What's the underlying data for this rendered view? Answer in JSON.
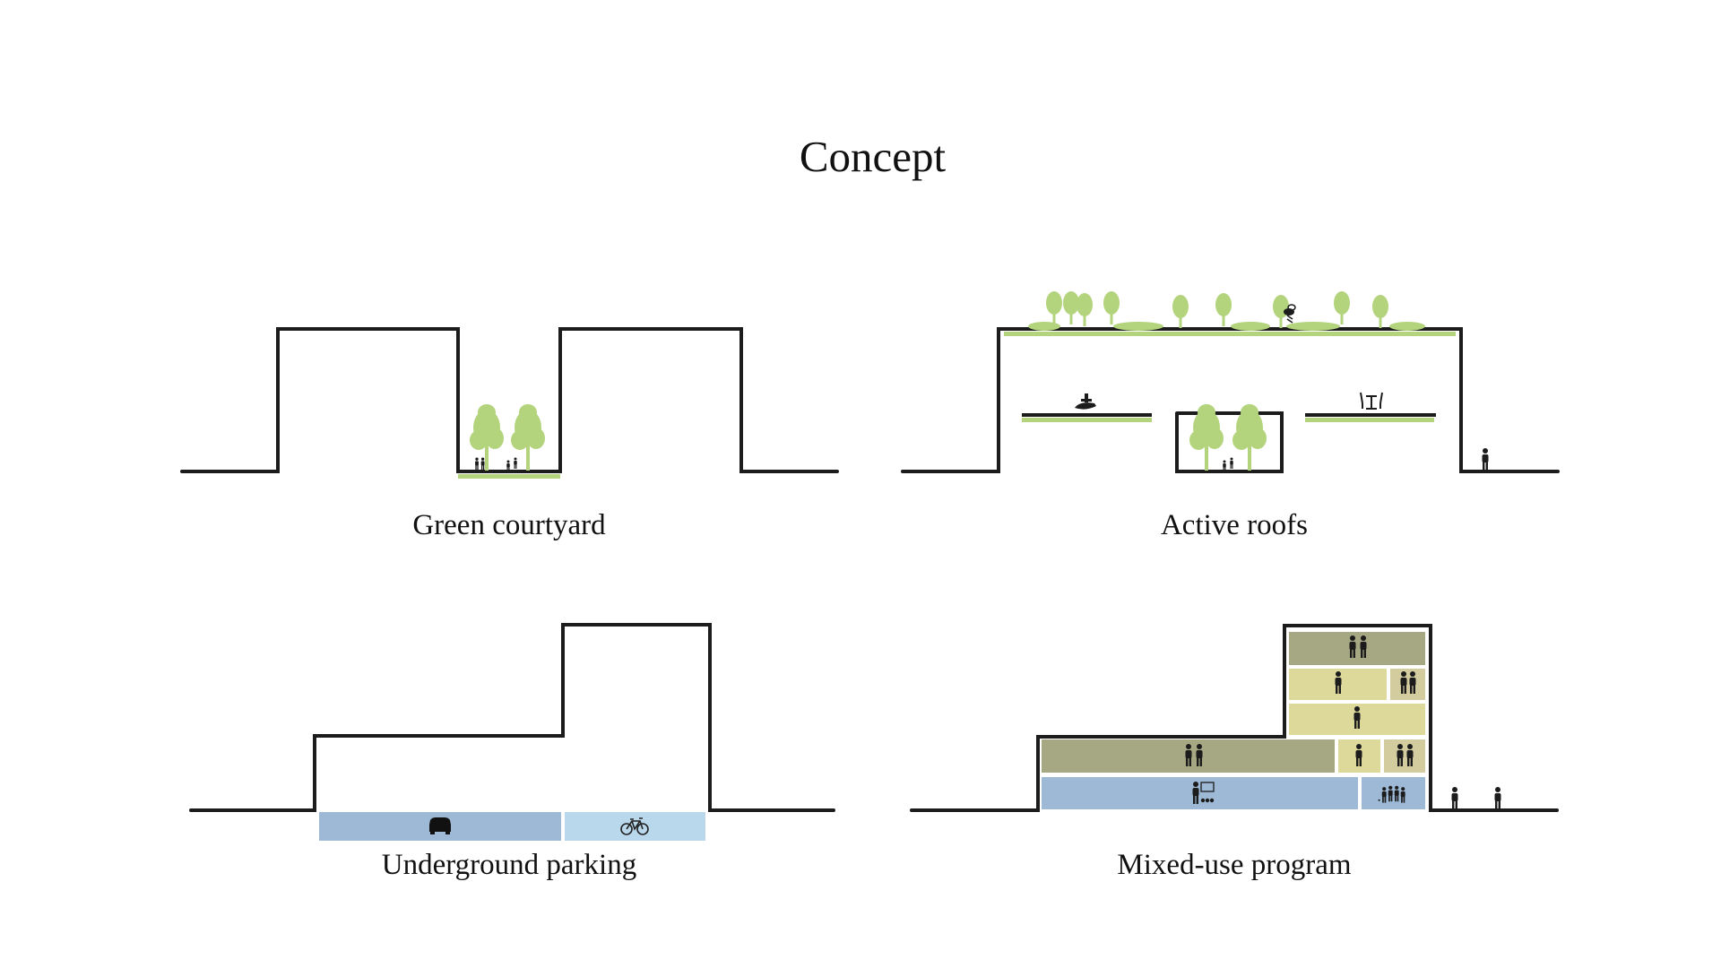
{
  "title": "Concept",
  "colors": {
    "outline": "#1c1c1c",
    "green": "#b3d47d",
    "olive": "#a5a883",
    "pale_yellow": "#ddd99a",
    "tan": "#d3cc9e",
    "blue": "#9db9d6",
    "light_blue": "#b9d8ec"
  },
  "panels": [
    {
      "id": "green-courtyard",
      "label": "Green courtyard",
      "icons": [
        "tree-icon",
        "tree-icon",
        "people-playing-icon",
        "seesaw-icon"
      ]
    },
    {
      "id": "active-roofs",
      "label": "Active roofs",
      "icons": [
        "rooftop-trees-icon",
        "bee-icon",
        "plant-in-hand-icon",
        "table-chairs-icon",
        "tree-icon",
        "tree-icon",
        "seesaw-icon",
        "pedestrian-icon"
      ]
    },
    {
      "id": "underground-parking",
      "label": "Underground parking",
      "zones": [
        {
          "name": "car-parking",
          "icon": "car-icon",
          "color": "#9db9d6"
        },
        {
          "name": "bike-parking",
          "icon": "bicycle-icon",
          "color": "#b9d8ec"
        }
      ]
    },
    {
      "id": "mixed-use-program",
      "label": "Mixed-use program",
      "floors": [
        {
          "level": 5,
          "units": [
            {
              "icon": "couple-icon",
              "color": "#a5a883"
            }
          ]
        },
        {
          "level": 4,
          "units": [
            {
              "icon": "person-icon",
              "color": "#ddd99a"
            },
            {
              "icon": "elderly-couple-icon",
              "color": "#d3cc9e"
            }
          ]
        },
        {
          "level": 3,
          "units": [
            {
              "icon": "person-icon",
              "color": "#ddd99a"
            }
          ]
        },
        {
          "level": 2,
          "units": [
            {
              "icon": "couple-icon",
              "color": "#a5a883"
            },
            {
              "icon": "person-icon",
              "color": "#ddd99a"
            },
            {
              "icon": "elderly-couple-icon",
              "color": "#d3cc9e"
            }
          ]
        },
        {
          "level": 1,
          "units": [
            {
              "icon": "classroom-icon",
              "color": "#9db9d6"
            },
            {
              "icon": "family-icon",
              "color": "#9db9d6"
            }
          ]
        }
      ],
      "street_icons": [
        "pedestrian-icon",
        "pedestrian-icon"
      ]
    }
  ]
}
